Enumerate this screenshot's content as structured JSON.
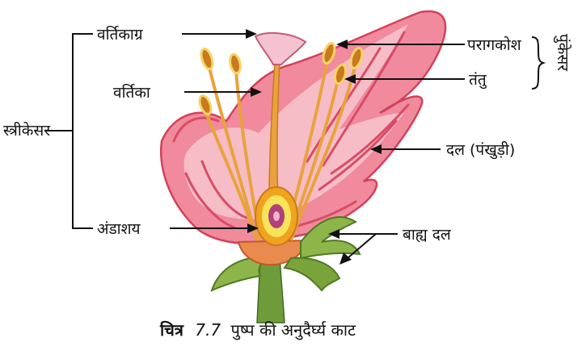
{
  "labels": {
    "stigma": "वर्तिकाग्र",
    "style": "वर्तिका",
    "pistil": "स्त्रीकेसर",
    "ovary": "अंडाशय",
    "anther": "परागकोश",
    "filament": "तंतु",
    "stamen": "पुंकेसर",
    "petal": "दल (पंखुड़ी)",
    "sepal": "बाह्य दल"
  },
  "caption": {
    "prefix": "चित्र",
    "number": "7.7",
    "text": "पुष्प की अनुदैर्घ्य काट"
  },
  "colors": {
    "petal": "#ef7f93",
    "petal_light": "#f7c6cf",
    "petal_vein": "#d94c66",
    "stamen": "#e9a23c",
    "anther": "#c97a1f",
    "ovary_outer": "#f0a31f",
    "ovary_inner": "#f7e45a",
    "ovule": "#b0417a",
    "stigma": "#f4c3cf",
    "sepal": "#7ba33b",
    "sepal_dark": "#4f7a22",
    "stalk": "#6f9c3a"
  }
}
